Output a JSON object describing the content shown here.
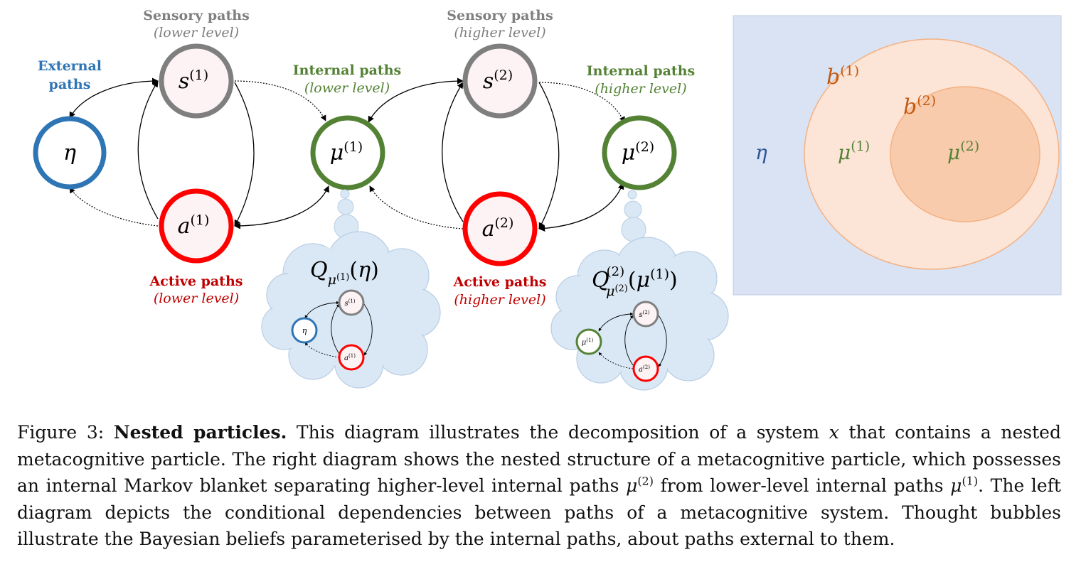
{
  "colors": {
    "external": "#2e75b6",
    "sensory": "#7f7f7f",
    "internal": "#548235",
    "active": "#ff0000",
    "active_text": "#c00000",
    "blanket_text": "#c55a11",
    "env_bg": "#dae3f3",
    "blanket_outer": "#fce4d6",
    "blanket_inner": "#f8cbad",
    "cloud": "#dae8f5"
  },
  "labels": {
    "external_1": "External",
    "external_2": "paths",
    "sensory_lower_1": "Sensory paths",
    "sensory_lower_2": "(lower level)",
    "sensory_higher_1": "Sensory paths",
    "sensory_higher_2": "(higher level)",
    "internal_lower_1": "Internal paths",
    "internal_lower_2": "(lower level)",
    "internal_higher_1": "Internal paths",
    "internal_higher_2": "(higher level)",
    "active_lower_1": "Active paths",
    "active_lower_2": "(lower level)",
    "active_higher_1": "Active paths",
    "active_higher_2": "(higher level)"
  },
  "nodes": {
    "eta": "η",
    "s": "s",
    "a": "a",
    "mu": "μ",
    "b": "b",
    "Q": "Q",
    "sup1": "(1)",
    "sup2": "(2)",
    "paren_open": "(",
    "paren_close": ")"
  },
  "caption": {
    "fig": "Figure 3:",
    "title": "Nested particles.",
    "t1": "This diagram illustrates the decomposition of a system",
    "x": "x",
    "t2": "that contains a nested metacognitive particle. The right diagram shows the nested structure of a metacognitive particle, which possesses an internal Markov blanket separating higher-level internal paths",
    "mu": "μ",
    "sup2": "(2)",
    "t3": "from lower-level internal paths",
    "sup1": "(1)",
    "t4": ". The left diagram depicts the conditional dependencies between paths of a metacognitive system. Thought bubbles illustrate the Bayesian beliefs parameterised by the internal paths, about paths external to them."
  }
}
